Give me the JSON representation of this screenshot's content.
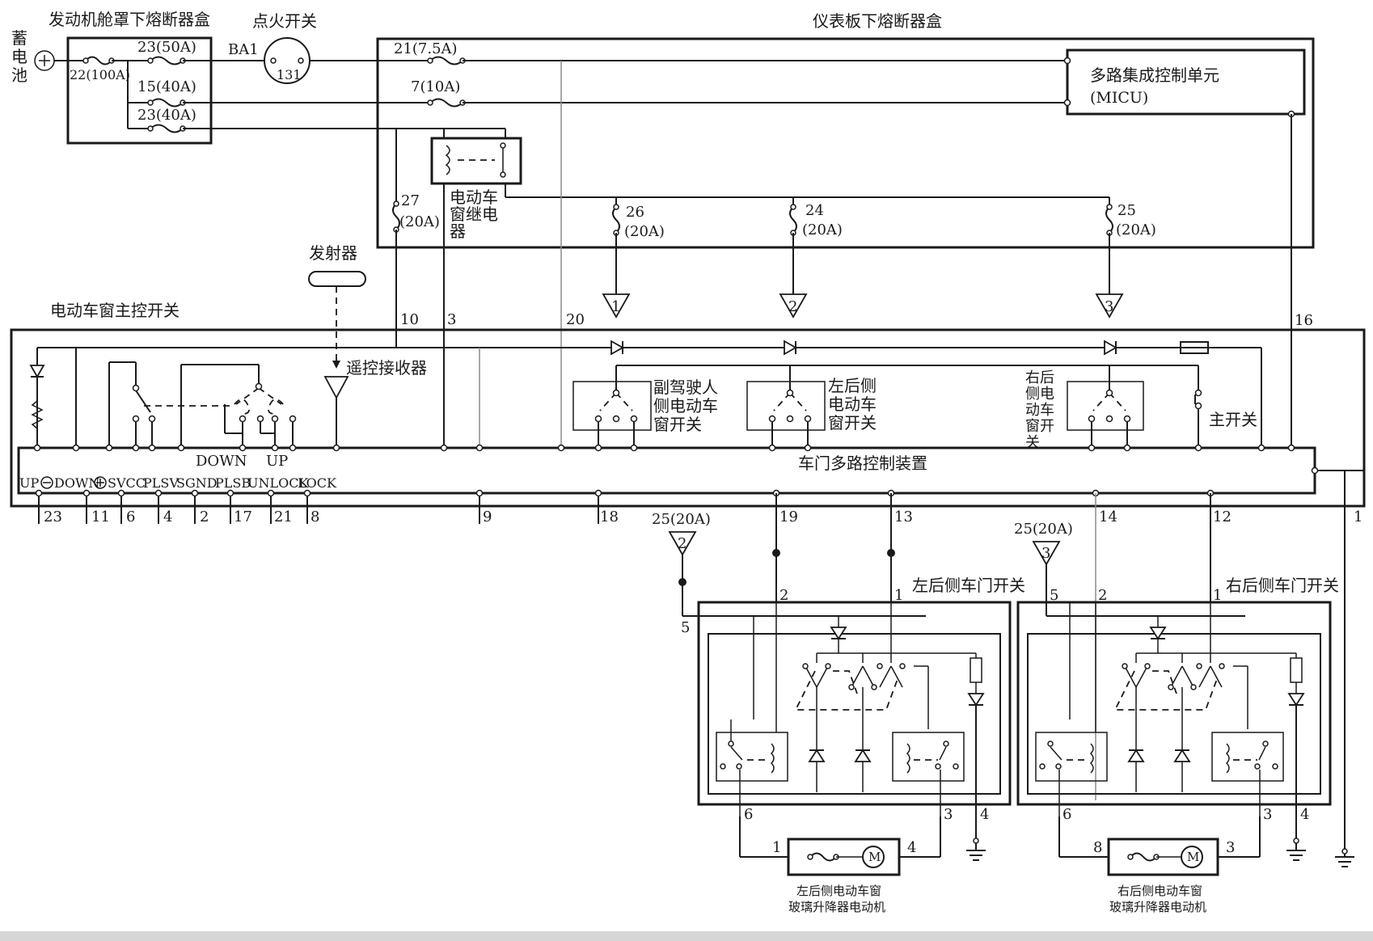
{
  "labels": {
    "battery": [
      "蓄",
      "电",
      "池"
    ],
    "engine_fuse_box": "发动机舱罩下熔断器盒",
    "ignition_switch": "点火开关",
    "ba1": "BA1",
    "ig_terminals": "131",
    "dash_fuse_box": "仪表板下熔断器盒",
    "micu_line1": "多路集成控制单元",
    "micu_line2": "(MICU)",
    "relay": [
      "电动车",
      "窗继电",
      "器"
    ],
    "transmitter": "发射器",
    "master_switch_title": "电动车窗主控开关",
    "remote_receiver": "遥控接收器",
    "passenger_switch": [
      "副驾驶人",
      "侧电动车",
      "窗开关"
    ],
    "left_rear_switch_inner": [
      "左后侧",
      "电动车",
      "窗开关"
    ],
    "right_rear_switch_inner": [
      "右后",
      "侧电",
      "动车",
      "窗开",
      "关"
    ],
    "main_switch": "主开关",
    "down": "DOWN",
    "up": "UP",
    "door_mux": "车门多路控制装置",
    "term_up": "UP",
    "term_down": "DOWN",
    "term_svcc": "SVCC",
    "term_plsv": "PLSV",
    "term_sgnd": "SGND",
    "term_plsb": "PLSB",
    "term_unlock": "UNLOCK",
    "term_lock": "LOCK",
    "left_rear_door_switch": "左后侧车门开关",
    "right_rear_door_switch": "右后侧车门开关",
    "left_motor": [
      "左后侧电动车窗",
      "玻璃升降器电动机"
    ],
    "right_motor": [
      "右后侧电动车窗",
      "玻璃升降器电动机"
    ]
  },
  "fuses": {
    "f22": "22(100A)",
    "f23a": "23(50A)",
    "f15": "15(40A)",
    "f23b": "23(40A)",
    "f21": "21(7.5A)",
    "f7": "7(10A)",
    "f27_num": "27",
    "f27_rating": "(20A)",
    "f26_num": "26",
    "f26_rating": "(20A)",
    "f24_num": "24",
    "f24_rating": "(20A)",
    "f25_num": "25",
    "f25_rating": "(20A)",
    "left_feed": "25(20A)",
    "right_feed": "25(20A)"
  },
  "connectors": {
    "c1": "1",
    "c2": "2",
    "c3": "3",
    "left_feed_tag": "2",
    "right_feed_tag": "3"
  },
  "pins": {
    "top_10": "10",
    "top_3": "3",
    "top_20": "20",
    "top_16": "16",
    "bottom": [
      "23",
      "11",
      "6",
      "4",
      "2",
      "17",
      "21",
      "8",
      "9",
      "18",
      "19",
      "13",
      "14",
      "12",
      "1"
    ],
    "ld_5": "5",
    "ld_2": "2",
    "ld_1": "1",
    "ld_6": "6",
    "ld_3": "3",
    "ld_4": "4",
    "rd_5": "5",
    "rd_2": "2",
    "rd_1": "1",
    "rd_6": "6",
    "rd_3": "3",
    "rd_4": "4",
    "lm_1": "1",
    "lm_4": "4",
    "rm_8": "8",
    "rm_3": "3"
  },
  "motor_symbol": "M"
}
